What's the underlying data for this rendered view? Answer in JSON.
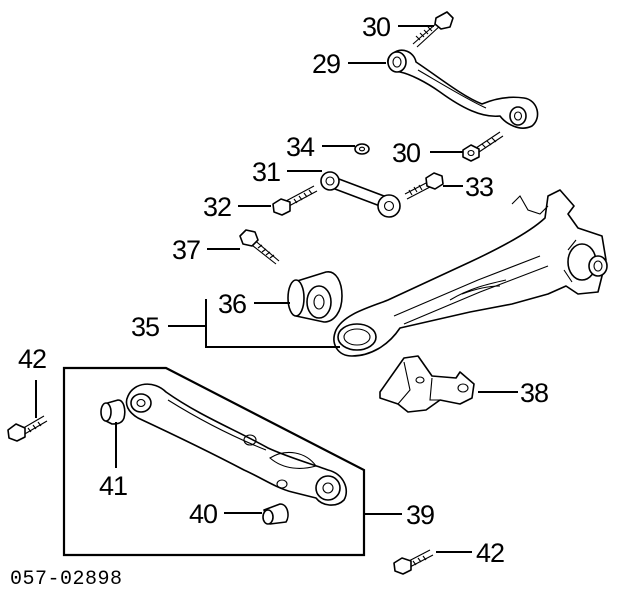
{
  "diagram": {
    "callouts": [
      {
        "id": "c30a",
        "text": "30"
      },
      {
        "id": "c29",
        "text": "29"
      },
      {
        "id": "c34",
        "text": "34"
      },
      {
        "id": "c30b",
        "text": "30"
      },
      {
        "id": "c31",
        "text": "31"
      },
      {
        "id": "c33",
        "text": "33"
      },
      {
        "id": "c32",
        "text": "32"
      },
      {
        "id": "c37",
        "text": "37"
      },
      {
        "id": "c36",
        "text": "36"
      },
      {
        "id": "c35",
        "text": "35"
      },
      {
        "id": "c38",
        "text": "38"
      },
      {
        "id": "c42a",
        "text": "42"
      },
      {
        "id": "c41",
        "text": "41"
      },
      {
        "id": "c40",
        "text": "40"
      },
      {
        "id": "c39",
        "text": "39"
      },
      {
        "id": "c42b",
        "text": "42"
      }
    ],
    "figure_code": "057-02898"
  }
}
